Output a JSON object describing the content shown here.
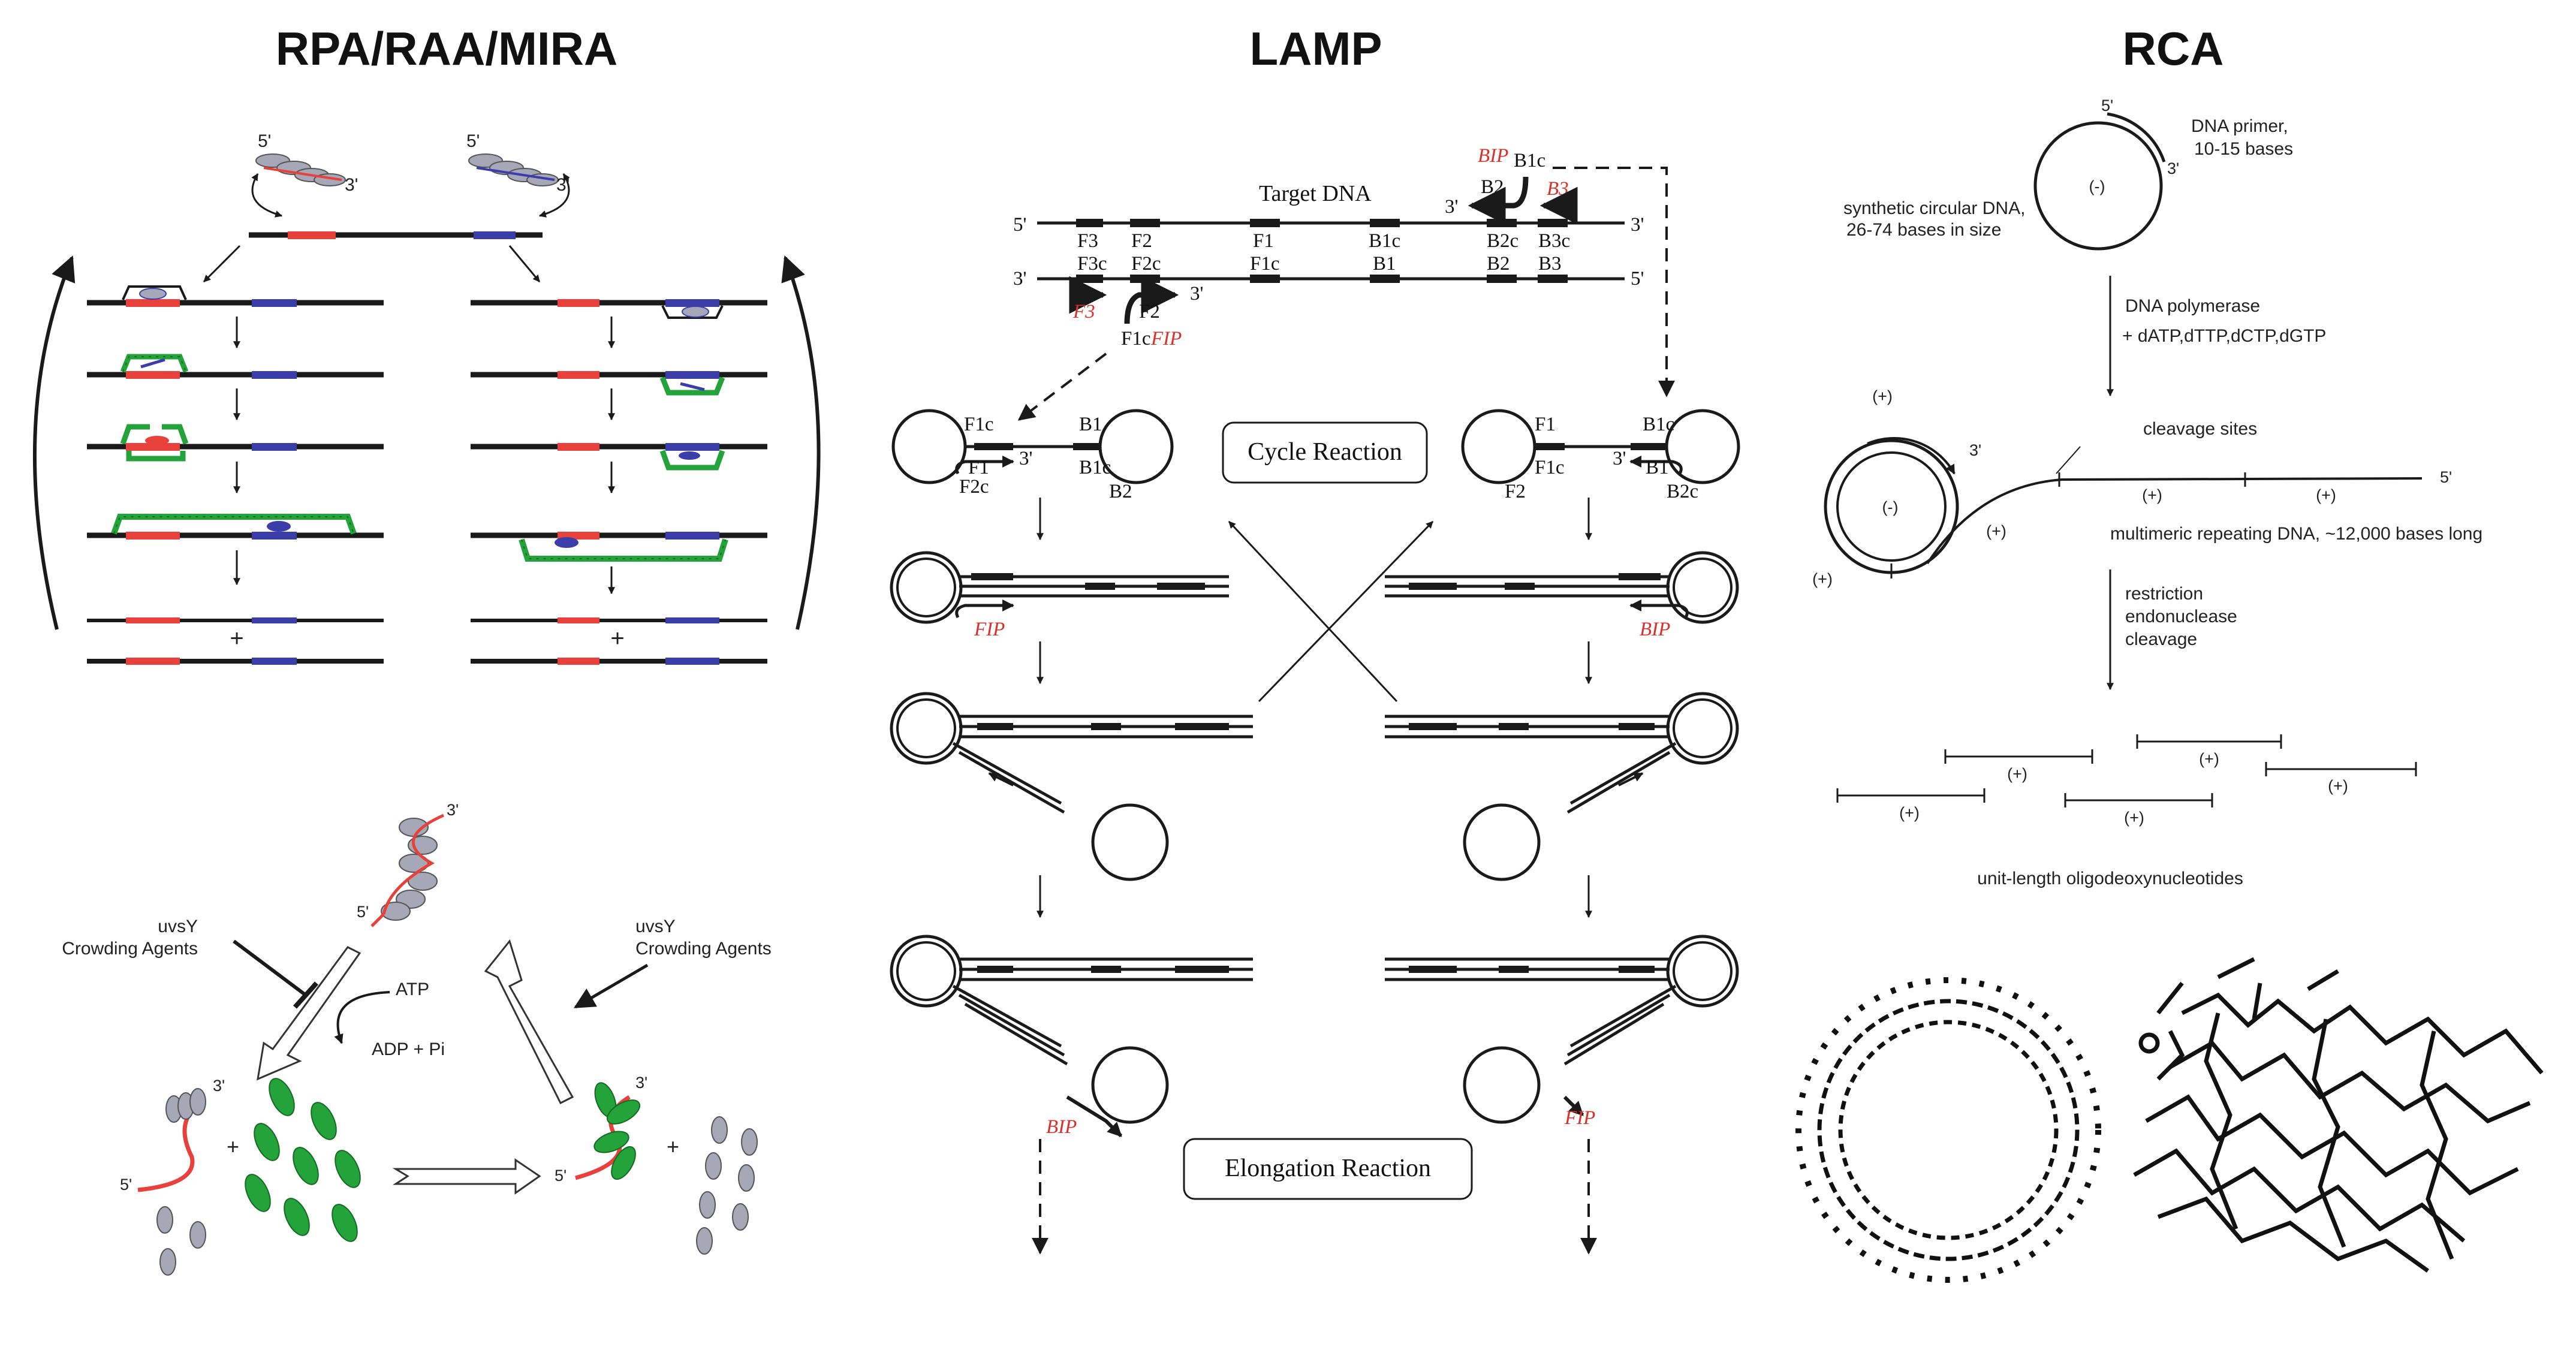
{
  "panels": {
    "rpa": {
      "title": "RPA/RAA/MIRA",
      "prime5": "5'",
      "prime3": "3'",
      "plus": "+",
      "uvsy_left": "uvsY",
      "crowding_left": "Crowding Agents",
      "uvsy_right": "uvsY",
      "crowding_right": "Crowding Agents",
      "atp": "ATP",
      "adp": "ADP + Pi"
    },
    "lamp": {
      "title": "LAMP",
      "target_dna": "Target DNA",
      "top_strand_labels": [
        "F3",
        "F2",
        "F1",
        "B1c",
        "B2c",
        "B3c"
      ],
      "bottom_strand_labels": [
        "F3c",
        "F2c",
        "F1c",
        "B1",
        "B2",
        "B3"
      ],
      "prime5": "5'",
      "prime3": "3'",
      "bip": "BIP",
      "b1c": "B1c",
      "b2": "B2",
      "b3": "B3",
      "f3": "F3",
      "f2": "F2",
      "f1c": "F1c",
      "fip": "FIP",
      "left_dumbbell": {
        "f1c": "F1c",
        "b1": "B1",
        "f1": "F1",
        "f2c": "F2c",
        "b1c": "B1c",
        "b2": "B2"
      },
      "right_dumbbell": {
        "f1": "F1",
        "b1c": "B1c",
        "f1c": "F1c",
        "b1": "B1",
        "f2": "F2",
        "b2c": "B2c"
      },
      "cycle_reaction": "Cycle Reaction",
      "elongation_reaction": "Elongation Reaction"
    },
    "rca": {
      "title": "RCA",
      "primer": "DNA primer,",
      "primer2": "10-15 bases",
      "circular": "synthetic circular DNA,",
      "circular2": "26-74 bases in size",
      "minus": "(-)",
      "plus": "(+)",
      "polymerase": "DNA polymerase",
      "dntps": "+  dATP,dTTP,dCTP,dGTP",
      "cleavage_sites": "cleavage sites",
      "multimeric": "multimeric repeating DNA, ~12,000 bases long",
      "restriction": "restriction",
      "endonuclease": "endonuclease",
      "cleavage": "cleavage",
      "unit_length": "unit-length oligodeoxynucleotides",
      "prime5": "5'",
      "prime3": "3'"
    }
  },
  "colors": {
    "red": "#e8413b",
    "blue": "#3b3ea8",
    "green": "#23a33a",
    "gray": "#a6a8b8",
    "line": "#1a1a1a"
  }
}
